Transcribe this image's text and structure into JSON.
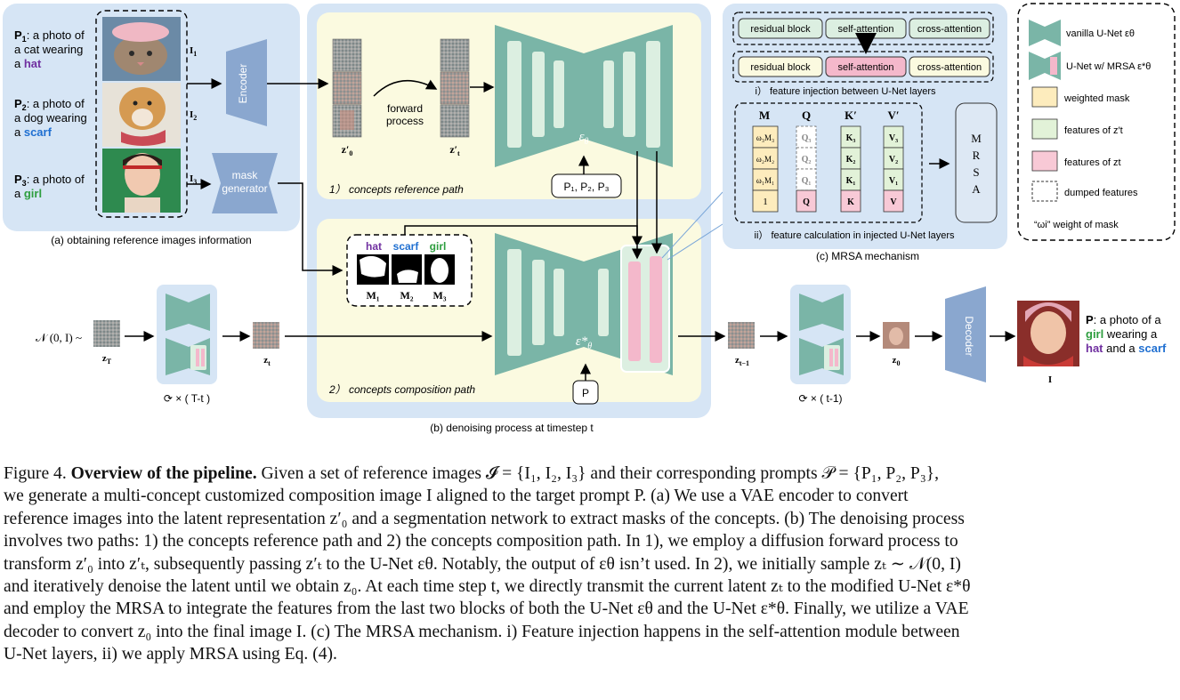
{
  "panel_a": {
    "prompts": [
      {
        "id": "P",
        "sub": "1",
        "pre": ": a photo of",
        "line2": "a cat wearing",
        "line3_pre": "a ",
        "concept": "hat",
        "concept_color": "#7030a0",
        "image_label": "I",
        "image_sub": "1"
      },
      {
        "id": "P",
        "sub": "2",
        "pre": ": a photo of",
        "line2": "a dog wearing",
        "line3_pre": "a ",
        "concept": "scarf",
        "concept_color": "#1f6fd1",
        "image_label": "I",
        "image_sub": "2"
      },
      {
        "id": "P",
        "sub": "3",
        "pre": ": a photo of",
        "line2": "",
        "line3_pre": "a ",
        "concept": "girl",
        "concept_color": "#2e9e3f",
        "image_label": "I",
        "image_sub": "3"
      }
    ],
    "encoder_label": "Encoder",
    "mask_generator_label": [
      "mask",
      "generator"
    ],
    "caption": "(a) obtaining reference images information"
  },
  "panel_b": {
    "z0_label": "z′",
    "z0_sub": "0",
    "forward_label": [
      "forward",
      "process"
    ],
    "zt_label": "z′",
    "zt_sub": "t",
    "unet_label": "ε",
    "unet_sub": "θ",
    "prompts_box": "P₁, P₂, P₃",
    "ref_path_label": "1） concepts reference path",
    "masks_concepts": [
      "hat",
      "scarf",
      "girl"
    ],
    "mask_labels": [
      "M₁",
      "M₂",
      "M₃"
    ],
    "unet2_label": "ε*",
    "unet2_sub": "θ",
    "p_box": "P",
    "comp_path_label": "2） concepts composition path",
    "caption": "(b) denoising process at timestep t"
  },
  "bottom_row": {
    "noise_label": "𝒩 (0, I) ~",
    "zT": "z",
    "zT_sub": "T",
    "zt": "z",
    "zt_sub": "t",
    "loop1": "⟳ × ( T-t )",
    "ztm1": "z",
    "ztm1_sub": "t−1",
    "z0": "z",
    "z0_sub": "0",
    "loop2": "⟳ × ( t-1)",
    "decoder_label": "Decoder",
    "final_prompt": {
      "id": "P",
      "line1": ": a photo of a",
      "concept1": "girl",
      "mid": " wearing a",
      "concept2": "hat",
      "and": " and a ",
      "concept3": "scarf"
    },
    "final_image_label": "I"
  },
  "panel_c": {
    "row1": [
      "residual block",
      "self-attention",
      "cross-attention"
    ],
    "row2": [
      "residual block",
      "self-attention",
      "cross-attention"
    ],
    "injection_label": "i） feature injection between U-Net layers",
    "headers": [
      "M",
      "Q",
      "K′",
      "V′"
    ],
    "m_cells": [
      "ω₃M₃",
      "ω₂M₂",
      "ω₁M₁",
      "1"
    ],
    "q_cells": [
      "Q₃",
      "Q₂",
      "Q₁",
      "Q"
    ],
    "k_cells": [
      "K₃",
      "K₂",
      "K₁",
      "K"
    ],
    "v_cells": [
      "V₃",
      "V₂",
      "V₁",
      "V"
    ],
    "mrsa_letters": [
      "M",
      "R",
      "S",
      "A"
    ],
    "calc_label": "ii） feature calculation in injected U-Net layers",
    "caption": "(c) MRSA mechanism"
  },
  "legend": {
    "items": [
      {
        "label": "vanilla U-Net εθ"
      },
      {
        "label": "U-Net w/ MRSA ε*θ"
      },
      {
        "label": "weighted mask",
        "color": "#fdecbd"
      },
      {
        "label": "features of z′t",
        "color": "#e2f2d8"
      },
      {
        "label": "features of zt",
        "color": "#f8c9d6"
      },
      {
        "label": "dumped features"
      },
      {
        "label": "“ωi”  weight of mask"
      }
    ]
  },
  "colors": {
    "blue_bg": "#d6e5f5",
    "yellow_bg": "#fbfae0",
    "unet_teal": "#7ab5a7",
    "unet_light": "#dcefe1",
    "encoder_blue": "#8aa7cf",
    "pink": "#f4b8cb"
  },
  "caption": {
    "figure_no": "Figure 4.",
    "title": "Overview of the pipeline.",
    "lines": [
      " Given a set of reference images 𝓘 = {I₁, I₂, I₃} and their corresponding prompts 𝒫 = {P₁, P₂, P₃},",
      "we generate a multi-concept customized composition image I aligned to the target prompt P.  (a) We use a VAE encoder to convert",
      "reference images into the latent representation z′₀ and a segmentation network to extract masks of the concepts. (b) The denoising process",
      "involves two paths: 1) the concepts reference path and 2) the concepts composition path. In 1), we employ a diffusion forward process to",
      "transform z′₀ into z′ₜ, subsequently passing z′ₜ to the U-Net εθ. Notably, the output of εθ isn’t used. In 2), we initially sample zₜ ∼ 𝒩(0, I)",
      "and iteratively denoise the latent until we obtain z₀. At each time step t, we directly transmit the current latent zₜ to the modified U-Net ε*θ",
      "and employ the MRSA to integrate the features from the last two blocks of both the U-Net εθ and the U-Net ε*θ. Finally, we utilize a VAE",
      "decoder to convert z₀ into the final image I. (c) The MRSA mechanism. i) Feature injection happens in the self-attention module between",
      "U-Net layers, ii) we apply MRSA using Eq. (4)."
    ]
  }
}
